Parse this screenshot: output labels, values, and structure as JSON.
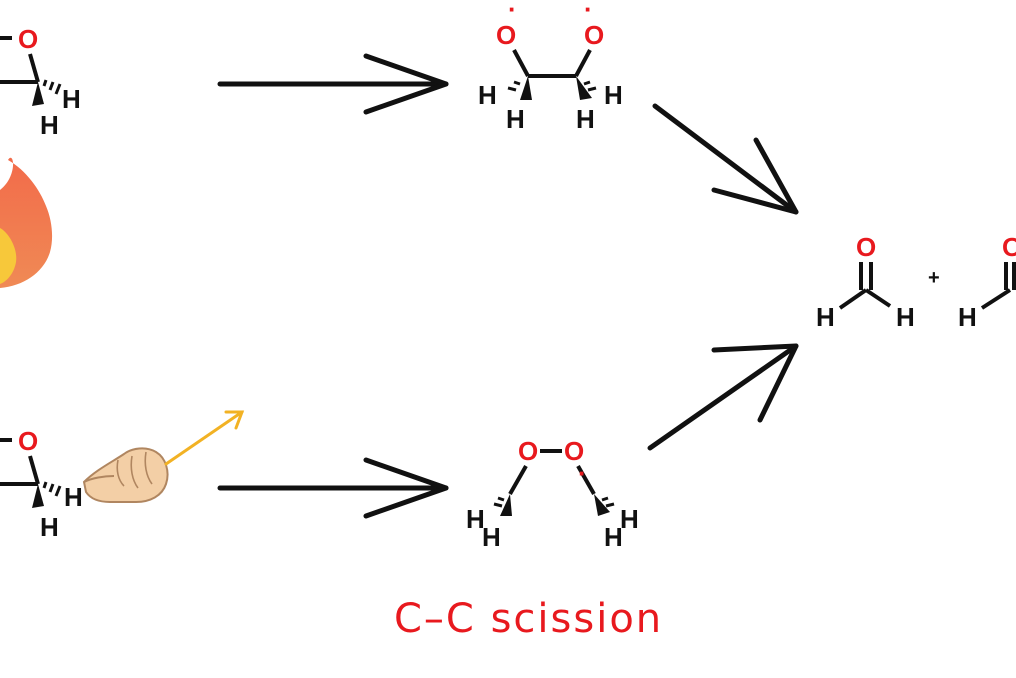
{
  "colors": {
    "oxygen": "#e8191e",
    "ink": "#111111",
    "caption": "#e8191e",
    "flame_outer": "#f0754f",
    "flame_inner": "#f7c83a",
    "pointer_arrow": "#f2b224",
    "hand": "#f3cfa6"
  },
  "atoms": {
    "oxygen": "O",
    "hydrogen": "H",
    "radical_dot": "·"
  },
  "plus_sign": "+",
  "caption": "C–C scission",
  "icons": {
    "heat": "fire-icon",
    "mechanical_pull": "pointing-hand-icon"
  }
}
